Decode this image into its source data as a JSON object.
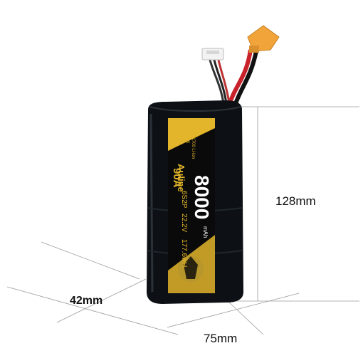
{
  "dimensions": {
    "height": "128mm",
    "width": "75mm",
    "depth": "42mm"
  },
  "label": {
    "brand": "Auline",
    "cell_type_line1": "4AS",
    "cell_type_line2": "21700 Li-ion",
    "capacity": "8000",
    "capacity_unit": "mAh",
    "discharge": "90A",
    "config": "6S2P",
    "voltage": "22.2V",
    "energy": "177.6wH"
  },
  "colors": {
    "battery_body": "#0d1115",
    "label_gold": "#e2b52a",
    "label_black": "#0a0a0a",
    "connector_orange": "#f0a43a",
    "wire_red": "#c8222a",
    "balance_plug": "#f2f2f2",
    "dimension_line": "#9a9a9a"
  }
}
